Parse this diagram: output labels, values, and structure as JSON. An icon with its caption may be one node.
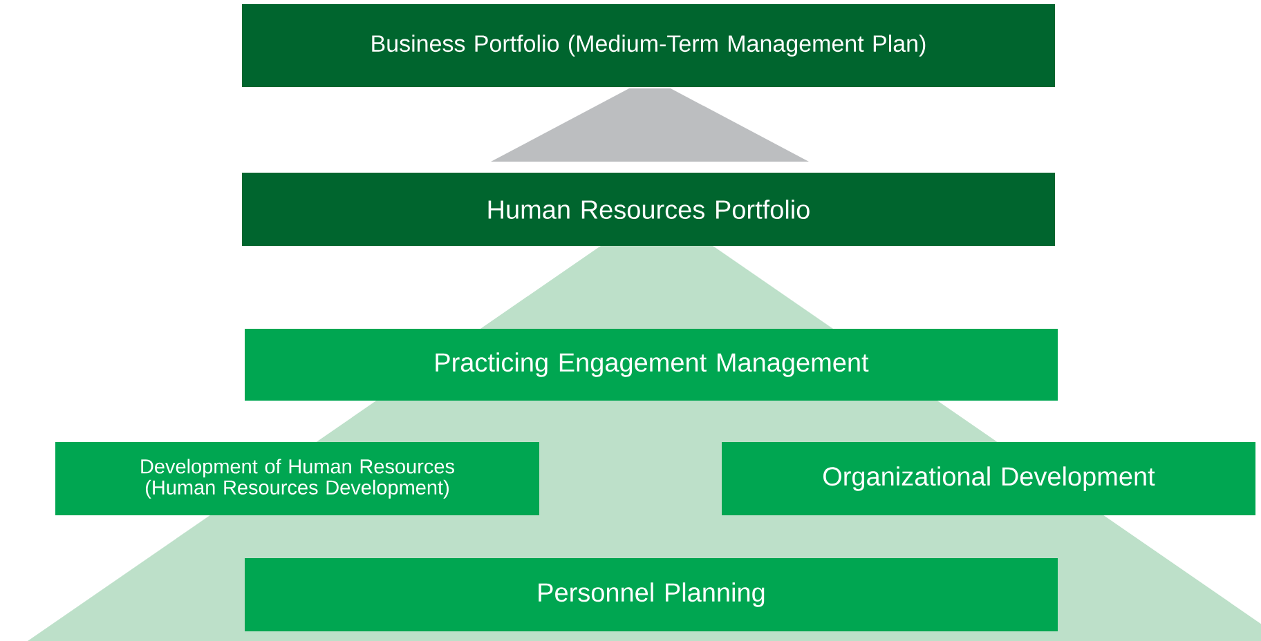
{
  "diagram": {
    "nodes": [
      {
        "text": [
          "Business Portfolio (Medium-Term Management Plan)"
        ]
      },
      {
        "text": [],
        "shape": "triangle"
      },
      {
        "text": [
          "Human Resources Portfolio"
        ]
      },
      {
        "text": [
          "Practicing Engagement Management"
        ]
      },
      {
        "text": [
          "Development of Human Resources (Human Resources Development)"
        ]
      },
      {
        "text": [
          "Organizational Development"
        ]
      },
      {
        "text": [
          "Personnel Planning"
        ]
      }
    ]
  }
}
